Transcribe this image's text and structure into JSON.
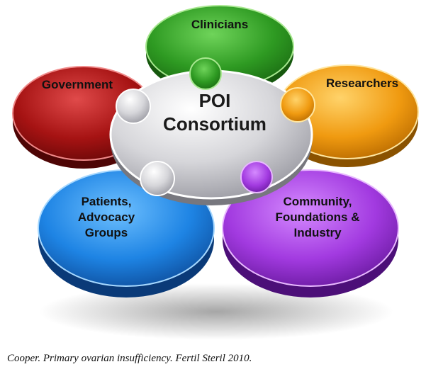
{
  "diagram": {
    "center": {
      "line1": "POI",
      "line2": "Consortium",
      "color": "#d8d8dc"
    },
    "pieces": [
      {
        "id": "clinicians",
        "lines": [
          "Clinicians"
        ],
        "color": "#3aa02a"
      },
      {
        "id": "researchers",
        "lines": [
          "Researchers"
        ],
        "color": "#f0a012"
      },
      {
        "id": "community",
        "lines": [
          "Community,",
          "Foundations &",
          "Industry"
        ],
        "color": "#a83ee0"
      },
      {
        "id": "patients",
        "lines": [
          "Patients,",
          "Advocacy",
          "Groups"
        ],
        "color": "#1e86e6"
      },
      {
        "id": "government",
        "lines": [
          "Government"
        ],
        "color": "#a81414"
      }
    ]
  },
  "citation": "Cooper. Primary ovarian insufficiency. Fertil Steril 2010."
}
